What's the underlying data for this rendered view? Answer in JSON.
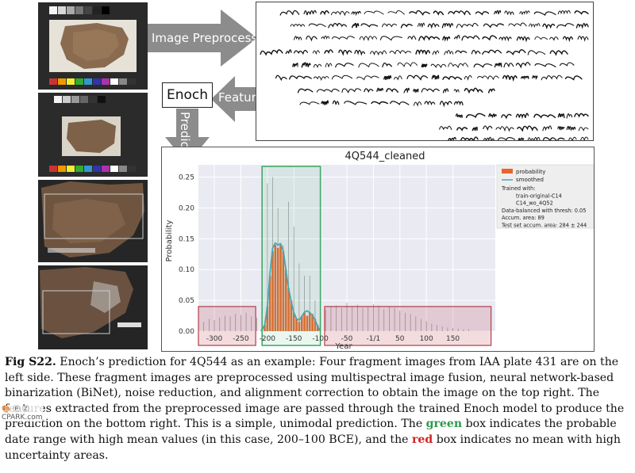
{
  "diagram": {
    "arrow_preprocess_label": "Image Preprocessing",
    "arrow_features_label": "Features",
    "enoch_label": "Enoch",
    "arrow_predict_label": "Predict"
  },
  "chart_data": {
    "type": "bar",
    "title": "4Q544_cleaned",
    "xlabel": "Year",
    "ylabel": "Probability",
    "x_range": [
      -330,
      230
    ],
    "ylim": [
      0,
      0.27
    ],
    "yticks": [
      0.0,
      0.05,
      0.1,
      0.15,
      0.2,
      0.25
    ],
    "ytick_labels": [
      "0.00",
      "0.05",
      "0.10",
      "0.15",
      "0.20",
      "0.25"
    ],
    "xticks": [
      -300,
      -250,
      -200,
      -150,
      -100,
      -50,
      0,
      50,
      100,
      150
    ],
    "xtick_labels": [
      "-300",
      "-250",
      "-200",
      "-150",
      "-100",
      "-50",
      "-1/1",
      "50",
      "100",
      "150"
    ],
    "grid": true,
    "legend_placement": "top-right",
    "legend": [
      {
        "label": "probability",
        "color": "#e8642a",
        "kind": "bar"
      },
      {
        "label": "smoothed",
        "color": "#4aa3b8",
        "kind": "line"
      }
    ],
    "legend_notes": [
      "Trained with:",
      "train-original-C14",
      "C14_wo_4Q52",
      "Data-balanced with thresh: 0.05",
      "Accum. area: 89",
      "Test set accum. area: 284 ± 244"
    ],
    "bars": {
      "x": [
        -205,
        -200,
        -195,
        -190,
        -185,
        -180,
        -175,
        -170,
        -165,
        -160,
        -155,
        -150,
        -145,
        -140,
        -135,
        -130,
        -125,
        -120,
        -115,
        -110,
        -105
      ],
      "values": [
        0.01,
        0.04,
        0.09,
        0.13,
        0.14,
        0.135,
        0.14,
        0.13,
        0.1,
        0.07,
        0.05,
        0.03,
        0.02,
        0.015,
        0.025,
        0.03,
        0.025,
        0.03,
        0.028,
        0.02,
        0.01
      ]
    },
    "smoothed": {
      "x": [
        -212,
        -205,
        -200,
        -195,
        -190,
        -185,
        -180,
        -175,
        -170,
        -165,
        -160,
        -155,
        -150,
        -145,
        -140,
        -135,
        -130,
        -125,
        -120,
        -115,
        -110,
        -105,
        -100
      ],
      "y": [
        0.0,
        0.01,
        0.04,
        0.095,
        0.135,
        0.143,
        0.14,
        0.142,
        0.13,
        0.1,
        0.07,
        0.048,
        0.03,
        0.02,
        0.018,
        0.024,
        0.031,
        0.033,
        0.03,
        0.026,
        0.018,
        0.008,
        0.0
      ]
    },
    "uncertainty_spikes": {
      "x": [
        -320,
        -310,
        -300,
        -290,
        -280,
        -270,
        -260,
        -250,
        -240,
        -230,
        -220,
        -200,
        -190,
        -180,
        -170,
        -160,
        -150,
        -140,
        -130,
        -120,
        -110,
        -90,
        -80,
        -70,
        -60,
        -50,
        -40,
        -30,
        -20,
        -10,
        0,
        10,
        20,
        30,
        40,
        50,
        60,
        70,
        80,
        90,
        100,
        110,
        120,
        130,
        140,
        150,
        160,
        170,
        180
      ],
      "values": [
        0.015,
        0.02,
        0.018,
        0.022,
        0.025,
        0.024,
        0.028,
        0.026,
        0.03,
        0.024,
        0.022,
        0.24,
        0.25,
        0.2,
        0.14,
        0.21,
        0.17,
        0.11,
        0.09,
        0.09,
        0.05,
        0.035,
        0.04,
        0.042,
        0.038,
        0.046,
        0.04,
        0.043,
        0.038,
        0.04,
        0.044,
        0.042,
        0.036,
        0.04,
        0.038,
        0.033,
        0.03,
        0.028,
        0.024,
        0.02,
        0.016,
        0.012,
        0.01,
        0.008,
        0.006,
        0.005,
        0.004,
        0.003,
        0.003
      ]
    },
    "green_box": {
      "x0": -210,
      "x1": -100
    },
    "red_boxes": [
      {
        "x0": -330,
        "x1": -222
      },
      {
        "x0": -92,
        "x1": 222
      }
    ],
    "colors": {
      "green_box": "#3aa660",
      "red_box": "#b33c4a",
      "bar": "#e8642a",
      "smooth": "#4aa3b8"
    }
  },
  "caption": {
    "fig_label": "Fig S22.",
    "text_1": " Enoch’s prediction for 4Q544 as an example: Four fragment images from IAA plate 431 are on the left side. These fragment images are preprocessed using multispectral image fusion, neural network-based binarization (BiNet), noise reduction, and alignment correction to obtain the image on the top right. The features extracted from the preprocessed image are passed through the trained Enoch model to produce the prediction on the bottom right. This is a simple, unimodal prediction. The ",
    "green_word": "green",
    "text_2": " box indicates the probable date range with high mean values (in this case, 200–100 BCE), and the ",
    "red_word": "red",
    "text_3": " box indicates no mean with high uncertainty areas."
  },
  "watermark": {
    "line1": "🎨 Ⓟ Ⓩ",
    "line2": "CPARK.com"
  }
}
